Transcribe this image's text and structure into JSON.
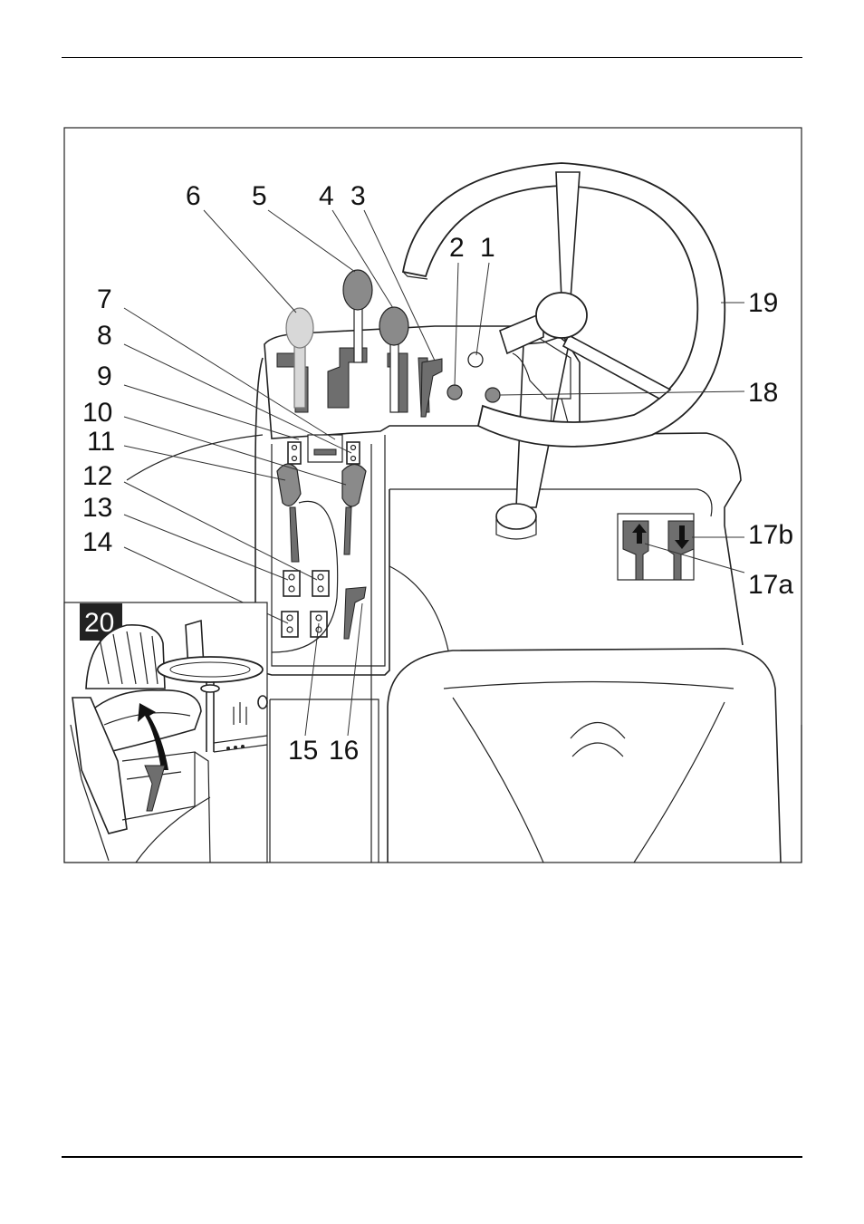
{
  "callouts": {
    "c1": "1",
    "c2": "2",
    "c3": "3",
    "c4": "4",
    "c5": "5",
    "c6": "6",
    "c7": "7",
    "c8": "8",
    "c9": "9",
    "c10": "10",
    "c11": "11",
    "c12": "12",
    "c13": "13",
    "c14": "14",
    "c15": "15",
    "c16": "16",
    "c17a": "17a",
    "c17b": "17b",
    "c18": "18",
    "c19": "19"
  },
  "inset": {
    "label": "20"
  },
  "colors": {
    "ink": "#222222",
    "knob": "#8a8a8a",
    "inset_tag_bg": "#222222"
  }
}
